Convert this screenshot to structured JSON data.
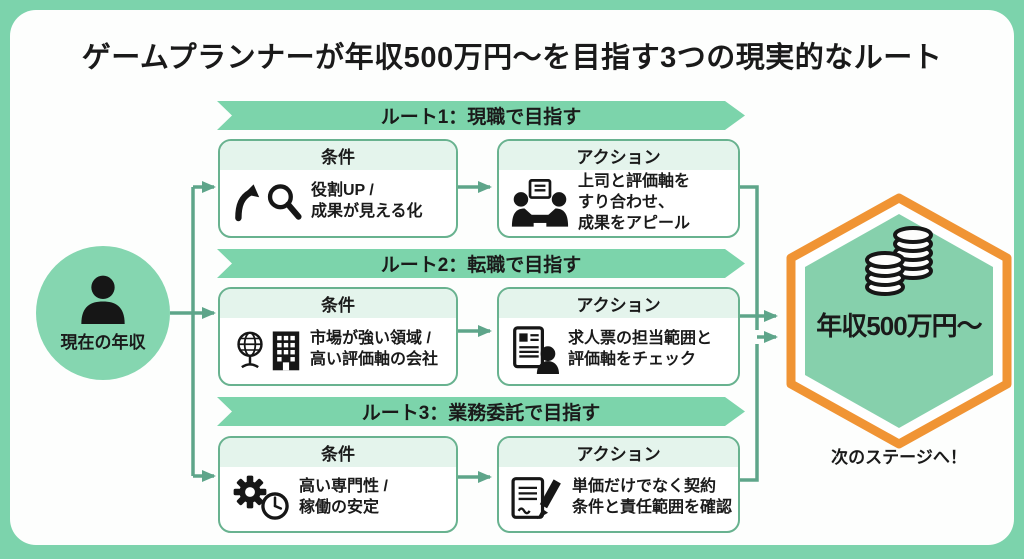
{
  "title": "ゲームプランナーが年収500万円〜を目指す3つの現実的なルート",
  "source_node": {
    "label": "現在の年収",
    "icon": "person-icon"
  },
  "routes": [
    {
      "banner": "ルート1：現職で目指す",
      "condition": {
        "header": "条件",
        "icons": [
          "trend-up-icon",
          "magnifier-icon"
        ],
        "lines": [
          "役割UP /",
          "成果が見える化"
        ]
      },
      "action": {
        "header": "アクション",
        "icons": [
          "meeting-icon"
        ],
        "lines": [
          "上司と評価軸を",
          "すり合わせ、",
          "成果をアピール"
        ]
      }
    },
    {
      "banner": "ルート2：転職で目指す",
      "condition": {
        "header": "条件",
        "icons": [
          "globe-icon",
          "building-icon"
        ],
        "lines": [
          "市場が強い領域 /",
          "高い評価軸の会社"
        ]
      },
      "action": {
        "header": "アクション",
        "icons": [
          "resume-person-icon"
        ],
        "lines": [
          "求人票の担当範囲と",
          "評価軸をチェック"
        ]
      }
    },
    {
      "banner": "ルート3：業務委託で目指す",
      "condition": {
        "header": "条件",
        "icons": [
          "gear-icon",
          "clock-icon"
        ],
        "lines": [
          "高い専門性 /",
          "稼働の安定"
        ]
      },
      "action": {
        "header": "アクション",
        "icons": [
          "contract-pencil-icon"
        ],
        "lines": [
          "単価だけでなく契約",
          "条件と責任範囲を確認"
        ]
      }
    }
  ],
  "goal_node": {
    "label": "年収500万円〜",
    "icon": "coins-icon",
    "footnote": "次のステージへ！"
  },
  "colors": {
    "frame_green": "#7cd3ac",
    "banner_green": "#7cd4ab",
    "box_border": "#68b28f",
    "header_bg": "#e4f4ec",
    "connector": "#5ea58a",
    "node_green": "#85d6b0",
    "hex_fill": "#86d0ac",
    "hex_border": "#f09434",
    "text": "#1a1a1a"
  }
}
